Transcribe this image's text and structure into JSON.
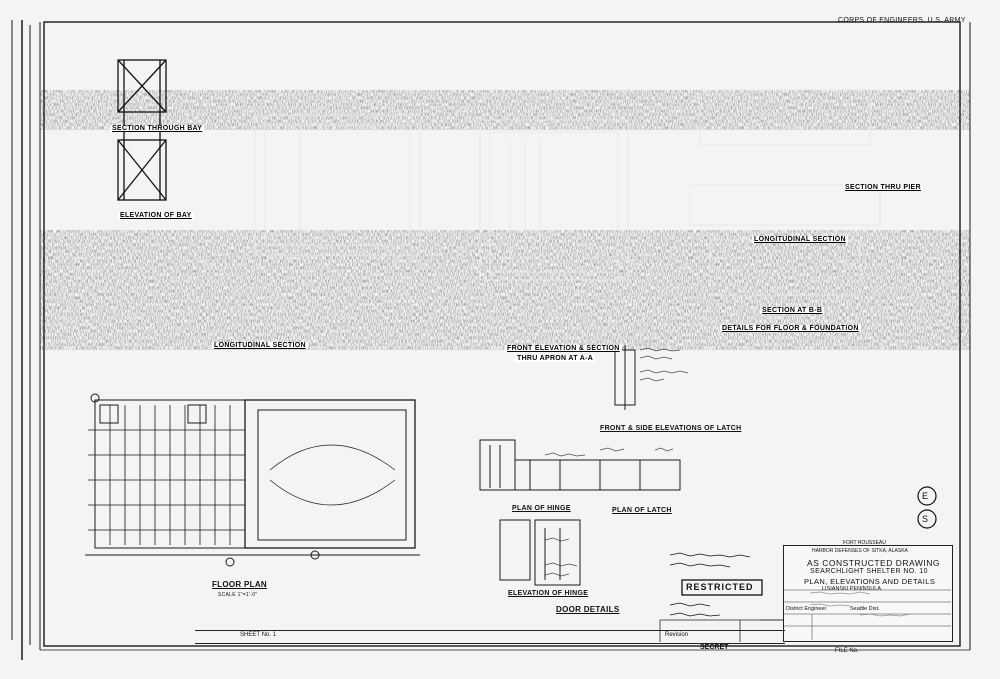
{
  "sheet": {
    "agency": "CORPS OF ENGINEERS, U.S. ARMY"
  },
  "views": {
    "section_through_bay": "SECTION THROUGH BAY",
    "elevation_of_bay": "ELEVATION OF BAY",
    "longitudinal_section_left": "LONGITUDINAL SECTION",
    "front_elevation": "FRONT ELEVATION & SECTION",
    "front_elevation_sub": "THRU APRON AT A-A",
    "section_thru_pier": "SECTION THRU PIER",
    "longitudinal_section_right": "LONGITUDINAL SECTION",
    "section_at_bb": "SECTION AT B-B",
    "details_floor": "DETAILS FOR FLOOR & FOUNDATION",
    "front_side_latch": "FRONT & SIDE ELEVATIONS OF LATCH",
    "plan_of_hinge": "PLAN OF HINGE",
    "plan_of_latch": "PLAN OF LATCH",
    "elevation_of_hinge": "ELEVATION OF HINGE",
    "door_details": "DOOR DETAILS",
    "floor_plan": "FLOOR  PLAN",
    "floor_plan_scale": "SCALE 1\"=1'-0\""
  },
  "markers": {
    "e": "E",
    "s": "S"
  },
  "title_block": {
    "fort": "FORT ROUSSEAU",
    "harbor": "HARBOR DEFENSES OF SITKA, ALASKA",
    "as_constructed": "AS CONSTRUCTED DRAWING",
    "shelter": "SEARCHLIGHT SHELTER NO. 10",
    "plan": "PLAN, ELEVATIONS AND DETAILS",
    "location": "LISIANSKI PENINSULA",
    "district": "District Engineer",
    "district_loc": "Seattle Dist."
  },
  "stamp": {
    "restricted": "RESTRICTED"
  },
  "bottom_strip": {
    "sheet_no": "SHEET No. 1",
    "revision": "Revision",
    "secret": "SECRET",
    "file": "FILE No."
  }
}
